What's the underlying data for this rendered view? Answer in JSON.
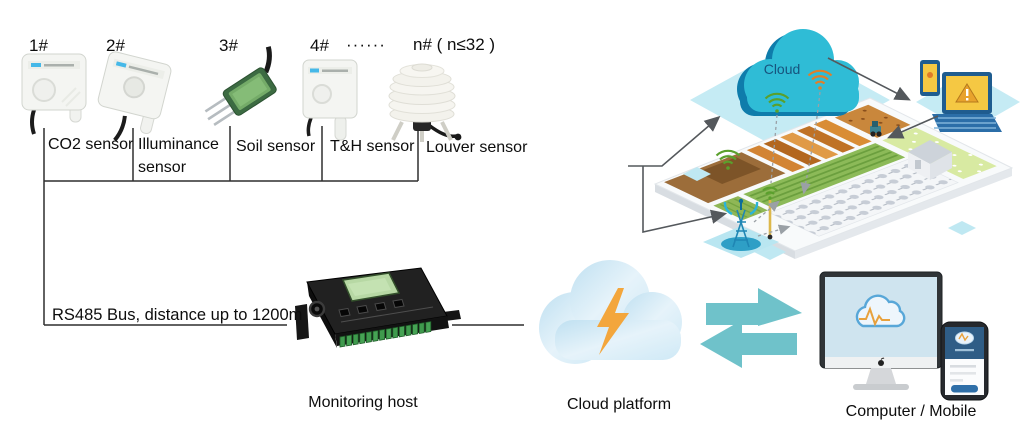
{
  "sensors": {
    "numbers": [
      "1#",
      "2#",
      "3#",
      "4#",
      "······",
      "n# ( n≤32 )"
    ],
    "labels": [
      "CO2 sensor",
      "Illuminance sensor",
      "Soil sensor",
      "T&H sensor",
      "Louver sensor"
    ]
  },
  "bus": {
    "label": "RS485 Bus, distance up to 1200m"
  },
  "nodes": {
    "monitoring_host": {
      "label": "Monitoring host"
    },
    "cloud_platform": {
      "label": "Cloud platform"
    },
    "computer_mobile": {
      "label": "Computer / Mobile"
    }
  },
  "illustration": {
    "cloud_label": "Cloud"
  },
  "colors": {
    "connector_line": "#2f2f2f",
    "sync_arrow_teal": "#6fc2ca",
    "iot_cloud_cyan": "#2fbcd6",
    "iot_cloud_shadow": "#0f7cab",
    "lightning_orange": "#f3a63c",
    "field_orange": "#d98d35",
    "field_green": "#8cba58",
    "screen_blue": "#cfe4ef",
    "host_body_black": "#1e1e1e",
    "terminal_green": "#3f9a4d"
  }
}
